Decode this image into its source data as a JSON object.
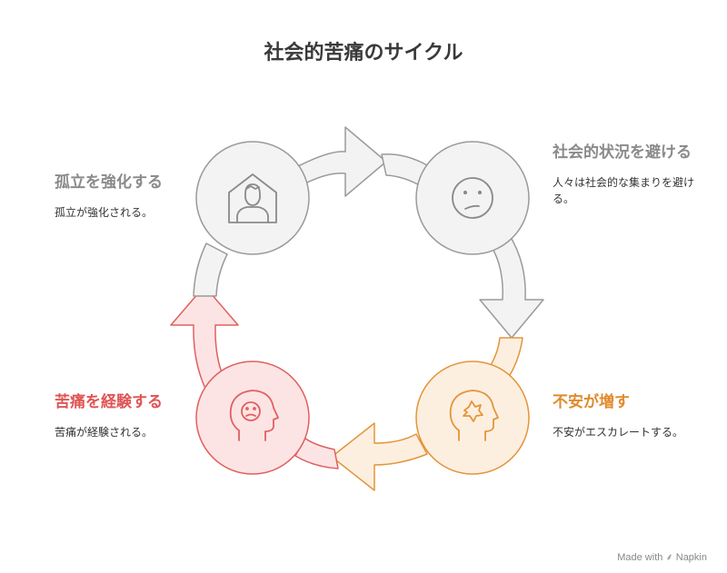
{
  "title": "社会的苦痛のサイクル",
  "colors": {
    "gray_fill": "#f3f3f3",
    "gray_stroke": "#9a9a9a",
    "gray_text": "#8a8a8a",
    "orange_fill": "#fdefe0",
    "orange_stroke": "#e3953a",
    "orange_text": "#e08a2c",
    "red_fill": "#fde4e4",
    "red_stroke": "#e06060",
    "red_text": "#e05555"
  },
  "steps": [
    {
      "heading": "社会的状況を避ける",
      "description": "人々は社会的な集まりを避ける。",
      "icon": "neutral-face-icon",
      "color": "gray"
    },
    {
      "heading": "不安が増す",
      "description": "不安がエスカレートする。",
      "icon": "anxious-head-icon",
      "color": "orange"
    },
    {
      "heading": "苦痛を経験する",
      "description": "苦痛が経験される。",
      "icon": "distressed-head-icon",
      "color": "red"
    },
    {
      "heading": "孤立を強化する",
      "description": "孤立が強化される。",
      "icon": "isolated-person-house-icon",
      "color": "gray"
    }
  ],
  "footer": {
    "made_with": "Made with",
    "brand": "Napkin"
  }
}
